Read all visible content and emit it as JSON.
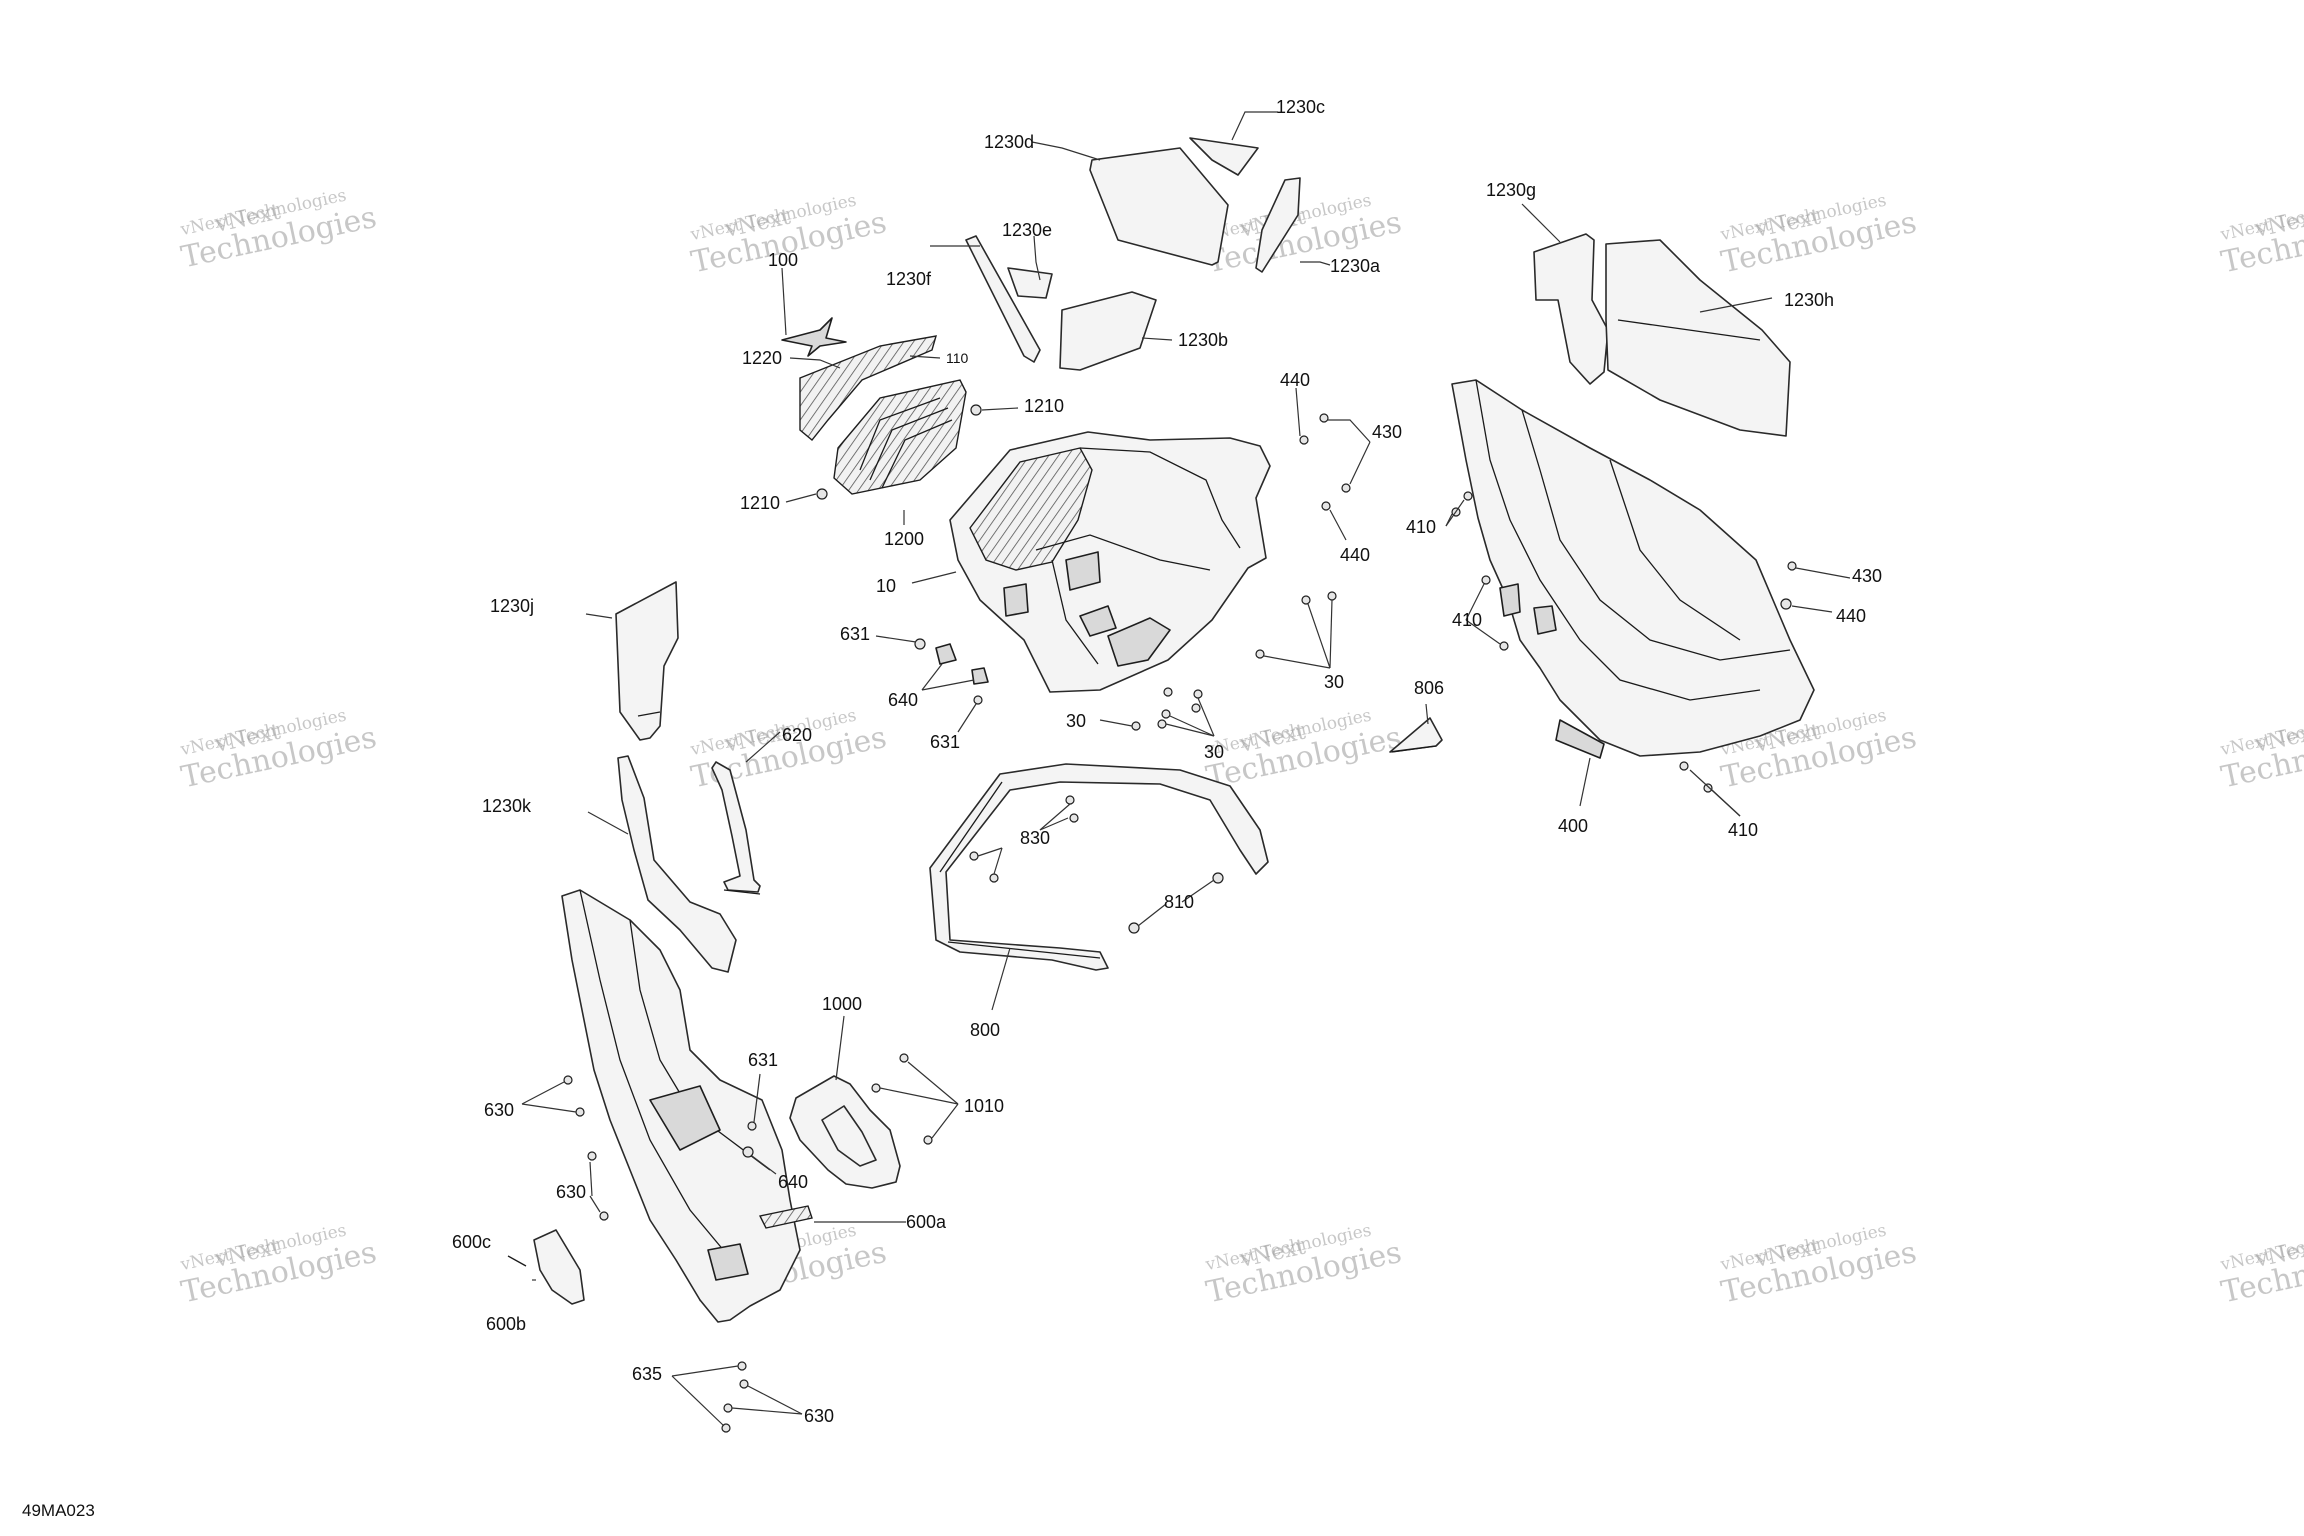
{
  "figure_code": "49MA023",
  "watermark": {
    "line1": "vNext",
    "line2": "Technologies",
    "line3": "vNext Technologies"
  },
  "callouts": [
    {
      "id": "c-1230c",
      "text": "1230c"
    },
    {
      "id": "c-1230d",
      "text": "1230d"
    },
    {
      "id": "c-1230e",
      "text": "1230e"
    },
    {
      "id": "c-1230f",
      "text": "1230f"
    },
    {
      "id": "c-1230a",
      "text": "1230a"
    },
    {
      "id": "c-1230b",
      "text": "1230b"
    },
    {
      "id": "c-1230g",
      "text": "1230g"
    },
    {
      "id": "c-1230h",
      "text": "1230h"
    },
    {
      "id": "c-100",
      "text": "100"
    },
    {
      "id": "c-1220",
      "text": "1220"
    },
    {
      "id": "c-110",
      "text": "110"
    },
    {
      "id": "c-1210a",
      "text": "1210"
    },
    {
      "id": "c-1210b",
      "text": "1210"
    },
    {
      "id": "c-1200",
      "text": "1200"
    },
    {
      "id": "c-440a",
      "text": "440"
    },
    {
      "id": "c-430a",
      "text": "430"
    },
    {
      "id": "c-440b",
      "text": "440"
    },
    {
      "id": "c-410a",
      "text": "410"
    },
    {
      "id": "c-410b",
      "text": "410"
    },
    {
      "id": "c-430b",
      "text": "430"
    },
    {
      "id": "c-440c",
      "text": "440"
    },
    {
      "id": "c-10",
      "text": "10"
    },
    {
      "id": "c-631a",
      "text": "631"
    },
    {
      "id": "c-640a",
      "text": "640"
    },
    {
      "id": "c-631b",
      "text": "631"
    },
    {
      "id": "c-30a",
      "text": "30"
    },
    {
      "id": "c-30b",
      "text": "30"
    },
    {
      "id": "c-30c",
      "text": "30"
    },
    {
      "id": "c-806",
      "text": "806"
    },
    {
      "id": "c-400",
      "text": "400"
    },
    {
      "id": "c-410c",
      "text": "410"
    },
    {
      "id": "c-1230j",
      "text": "1230j"
    },
    {
      "id": "c-620",
      "text": "620"
    },
    {
      "id": "c-1230k",
      "text": "1230k"
    },
    {
      "id": "c-830",
      "text": "830"
    },
    {
      "id": "c-810",
      "text": "810"
    },
    {
      "id": "c-800",
      "text": "800"
    },
    {
      "id": "c-1000",
      "text": "1000"
    },
    {
      "id": "c-631c",
      "text": "631"
    },
    {
      "id": "c-1010",
      "text": "1010"
    },
    {
      "id": "c-630a",
      "text": "630"
    },
    {
      "id": "c-630b",
      "text": "630"
    },
    {
      "id": "c-640b",
      "text": "640"
    },
    {
      "id": "c-600a",
      "text": "600a"
    },
    {
      "id": "c-600c",
      "text": "600c"
    },
    {
      "id": "c-600b",
      "text": "600b"
    },
    {
      "id": "c-635",
      "text": "635"
    },
    {
      "id": "c-630c",
      "text": "630"
    }
  ]
}
